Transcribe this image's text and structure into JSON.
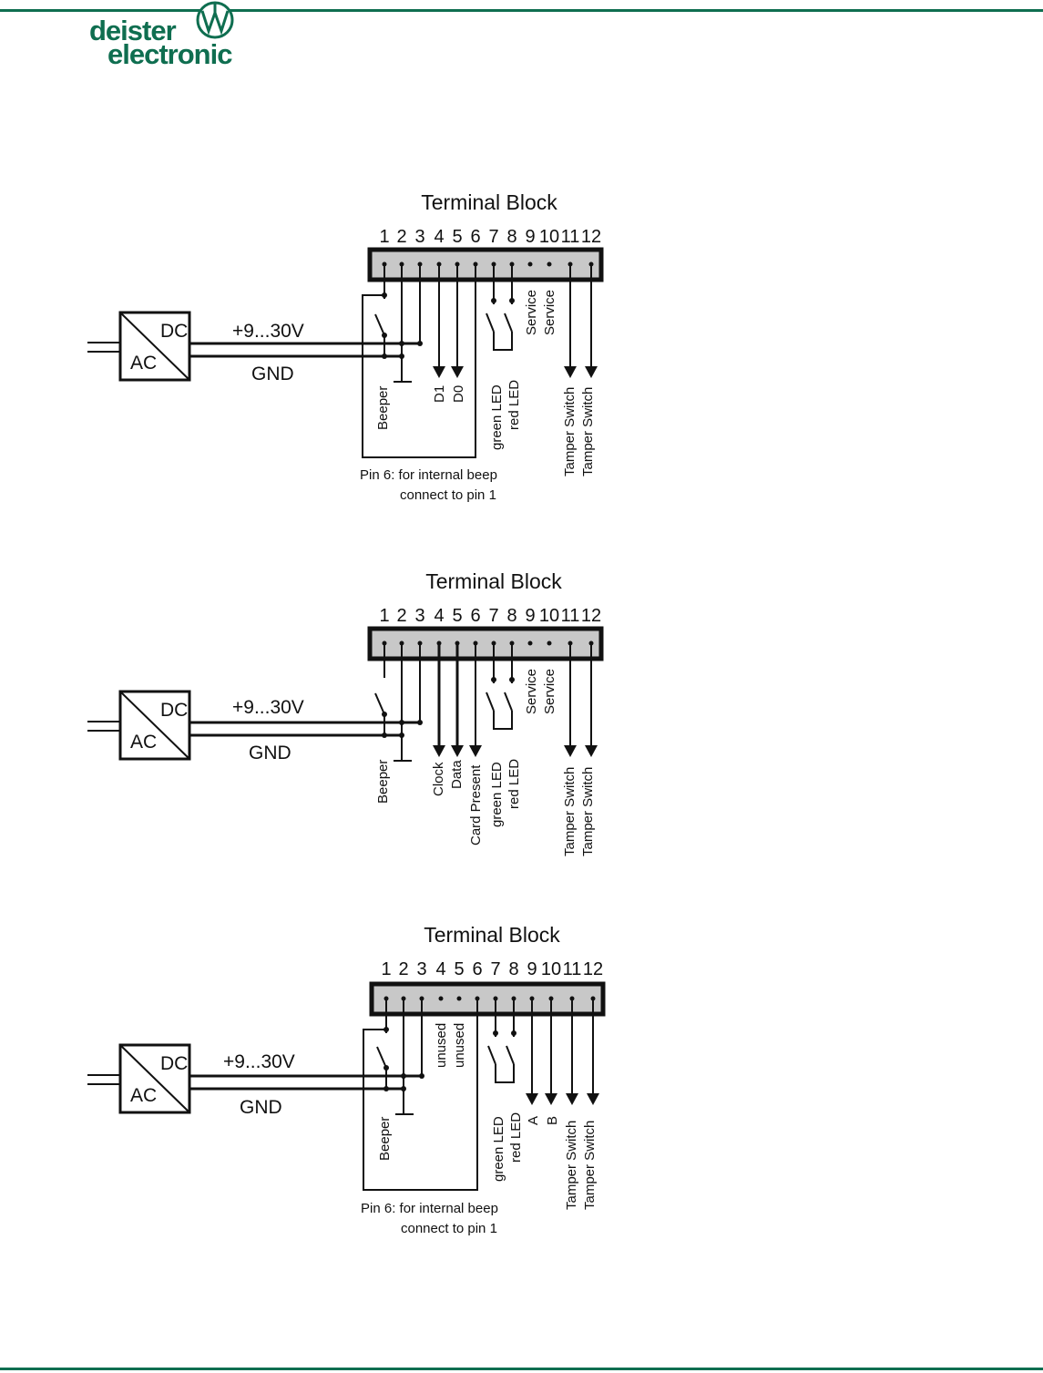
{
  "logo": {
    "line1": "deister",
    "line2": "electronic"
  },
  "brand_color": "#0f6e50",
  "diagrams": [
    {
      "title": "Terminal Block",
      "pins": [
        "1",
        "2",
        "3",
        "4",
        "5",
        "6",
        "7",
        "8",
        "9",
        "10",
        "11",
        "12"
      ],
      "supply": {
        "dc": "DC",
        "ac": "AC",
        "voltage": "+9...30V",
        "gnd": "GND"
      },
      "labels": {
        "beeper": "Beeper",
        "d1": "D1",
        "d0": "D0",
        "green_led": "green LED",
        "red_led": "red LED",
        "service_a": "Service",
        "service_b": "Service",
        "tamper_a": "Tamper Switch",
        "tamper_b": "Tamper Switch"
      },
      "note": {
        "line1": "Pin 6: for internal beep",
        "line2": "connect to pin 1"
      }
    },
    {
      "title": "Terminal Block",
      "pins": [
        "1",
        "2",
        "3",
        "4",
        "5",
        "6",
        "7",
        "8",
        "9",
        "10",
        "11",
        "12"
      ],
      "supply": {
        "dc": "DC",
        "ac": "AC",
        "voltage": "+9...30V",
        "gnd": "GND"
      },
      "labels": {
        "beeper": "Beeper",
        "clock": "Clock",
        "data": "Data",
        "card_present": "Card Present",
        "green_led": "green LED",
        "red_led": "red LED",
        "service_a": "Service",
        "service_b": "Service",
        "tamper_a": "Tamper Switch",
        "tamper_b": "Tamper Switch"
      }
    },
    {
      "title": "Terminal Block",
      "pins": [
        "1",
        "2",
        "3",
        "4",
        "5",
        "6",
        "7",
        "8",
        "9",
        "10",
        "11",
        "12"
      ],
      "supply": {
        "dc": "DC",
        "ac": "AC",
        "voltage": "+9...30V",
        "gnd": "GND"
      },
      "labels": {
        "beeper": "Beeper",
        "unused_a": "unused",
        "unused_b": "unused",
        "green_led": "green LED",
        "red_led": "red LED",
        "a": "A",
        "b": "B",
        "tamper_a": "Tamper Switch",
        "tamper_b": "Tamper Switch"
      },
      "note": {
        "line1": "Pin 6: for internal beep",
        "line2": "connect to pin 1"
      }
    }
  ]
}
